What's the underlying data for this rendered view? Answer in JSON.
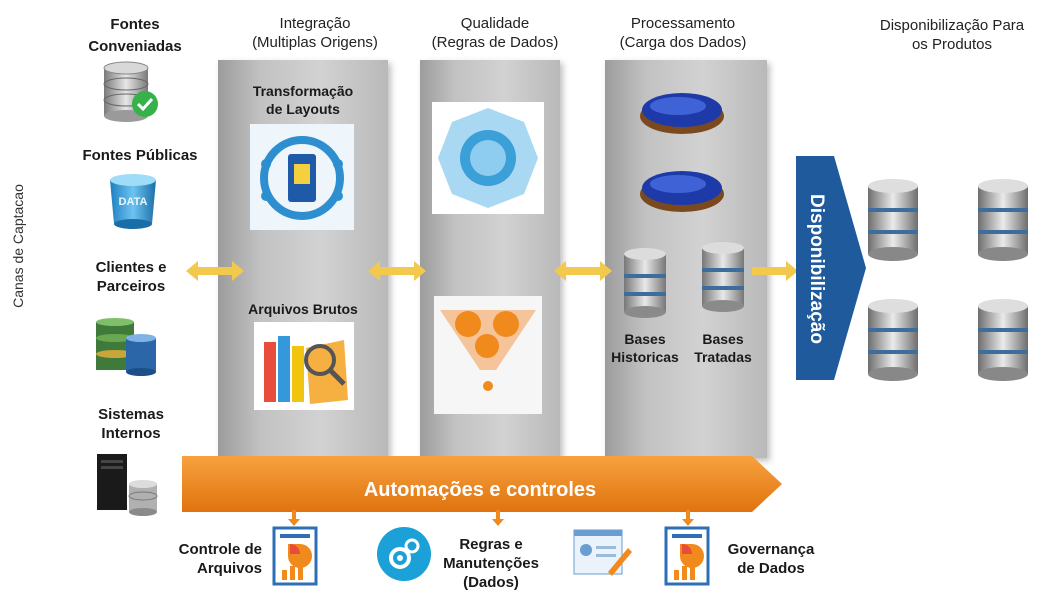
{
  "side_label": "Canas de Captacao",
  "columns": {
    "fontes": "Fontes Conveniadas",
    "integracao": [
      "Integração",
      "(Multiplas Origens)"
    ],
    "qualidade": [
      "Qualidade",
      "(Regras de Dados)"
    ],
    "processamento": [
      "Processamento",
      "(Carga dos Dados)"
    ],
    "disponibilizacao": [
      "Disponibilização Para",
      "os Produtos"
    ]
  },
  "sources": [
    {
      "label": [
        "Fontes Públicas"
      ],
      "icon": "open-data-icon"
    },
    {
      "label": [
        "Clientes e",
        "Parceiros"
      ],
      "icon": "clients-database-icon"
    },
    {
      "label": [
        "Sistemas",
        "Internos"
      ],
      "icon": "server-icon"
    }
  ],
  "integracao_panel": {
    "top_title": [
      "Transformação",
      "de Layouts"
    ],
    "bottom_title": "Arquivos Brutos"
  },
  "processamento_panel": {
    "bases": [
      [
        "Bases",
        "Historicas"
      ],
      [
        "Bases",
        "Tratadas"
      ]
    ]
  },
  "disponibilizacao_label": "Disponibilização",
  "automation_label": "Automações e controles",
  "bottom_items": [
    {
      "label": [
        "Controle de",
        "Arquivos"
      ],
      "icon": "report-icon"
    },
    {
      "label": [
        "Regras e",
        "Manutenções",
        "(Dados)"
      ],
      "icon": "gears-icon"
    },
    {
      "label": [
        "Governança",
        "de Dados"
      ],
      "icon": "report-icon"
    }
  ],
  "colors": {
    "arrow_yellow": "#f2c94c",
    "automation_orange": "#f08a1c",
    "disponibilizacao_blue": "#1f5a9c",
    "panel_gray": "#c9c9c9"
  }
}
